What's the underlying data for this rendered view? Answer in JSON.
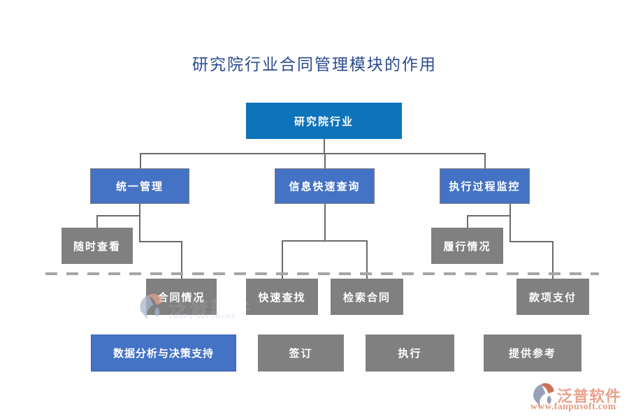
{
  "title": "研究院行业合同管理模块的作用",
  "nodes": [
    {
      "id": "root",
      "label": "研究院行业",
      "style": "blue-root"
    },
    {
      "id": "unify",
      "label": "统一管理",
      "style": "blue"
    },
    {
      "id": "info",
      "label": "信息快速查询",
      "style": "blue"
    },
    {
      "id": "exec",
      "label": "执行过程监控",
      "style": "blue"
    },
    {
      "id": "view",
      "label": "随时查看",
      "style": "gray"
    },
    {
      "id": "perform",
      "label": "履行情况",
      "style": "gray"
    },
    {
      "id": "contract",
      "label": "合同情况",
      "style": "gray"
    },
    {
      "id": "quick",
      "label": "快速查找",
      "style": "gray"
    },
    {
      "id": "search",
      "label": "检索合同",
      "style": "gray"
    },
    {
      "id": "payment",
      "label": "款项支付",
      "style": "gray"
    },
    {
      "id": "analysis",
      "label": "数据分析与决策支持",
      "style": "blue-plain"
    },
    {
      "id": "sign",
      "label": "签订",
      "style": "gray"
    },
    {
      "id": "do",
      "label": "执行",
      "style": "gray"
    },
    {
      "id": "ref",
      "label": "提供参考",
      "style": "gray"
    }
  ],
  "edges": [
    {
      "from": "研究院行业",
      "to": "统一管理"
    },
    {
      "from": "研究院行业",
      "to": "信息快速查询"
    },
    {
      "from": "研究院行业",
      "to": "执行过程监控"
    },
    {
      "from": "统一管理",
      "to": "随时查看"
    },
    {
      "from": "统一管理",
      "to": "合同情况"
    },
    {
      "from": "信息快速查询",
      "to": "快速查找"
    },
    {
      "from": "信息快速查询",
      "to": "检索合同"
    },
    {
      "from": "执行过程监控",
      "to": "履行情况"
    },
    {
      "from": "执行过程监控",
      "to": "款项支付"
    }
  ],
  "watermark": {
    "logo": "fanpu-swirl-logo",
    "text_large": "泛普软件",
    "text_small": "FANPU SOFTWARE"
  },
  "brand": {
    "name": "泛普软件",
    "website": "www.fanpusoft.com"
  },
  "colors": {
    "root_blue": "#0d73ba",
    "node_blue": "#4472c4",
    "node_gray": "#808080",
    "connector": "#6a6a6a",
    "dashed_divider": "#a6a6a6",
    "title_text": "#2b4b8f",
    "brand_orange": "#e5997e",
    "logo_gray_blue": "#97a0b6",
    "logo_orange": "#cb7257"
  }
}
